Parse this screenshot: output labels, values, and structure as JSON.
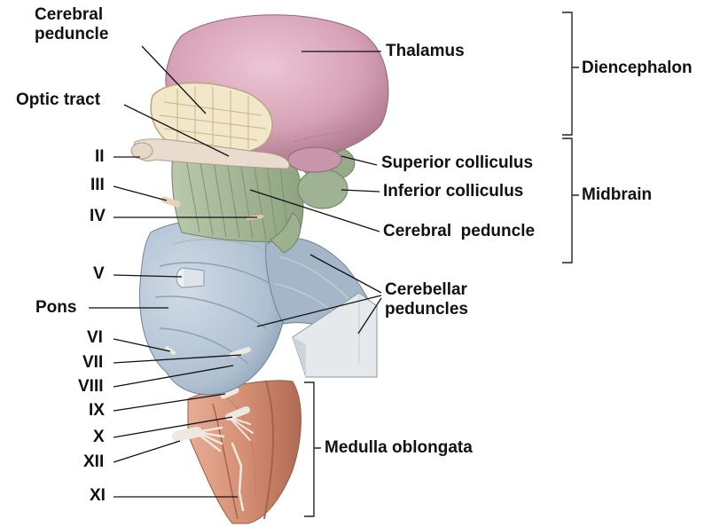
{
  "colors": {
    "thalamus": "#d7a2b7",
    "thalamus_dark": "#b9849b",
    "peduncle_section": "#f2e6c8",
    "midbrain": "#a6b89a",
    "pons": "#b7c7d6",
    "pons_dark": "#8fa2b5",
    "cerebellar_cut": "#dde2e6",
    "medulla": "#d9957c",
    "medulla_dark": "#b56f56",
    "nerve": "#f1efe9",
    "leader": "#111111",
    "text": "#111111"
  },
  "labels": {
    "cerebral_peduncle_top_line1": "Cerebral",
    "cerebral_peduncle_top_line2": "peduncle",
    "optic_tract": "Optic tract",
    "thalamus": "Thalamus",
    "diencephalon": "Diencephalon",
    "nerve_II": "II",
    "nerve_III": "III",
    "nerve_IV": "IV",
    "superior_colliculus": "Superior colliculus",
    "inferior_colliculus": "Inferior colliculus",
    "midbrain": "Midbrain",
    "cerebral_peduncle": "Cerebral  peduncle",
    "nerve_V": "V",
    "pons": "Pons",
    "cerebellar_peduncles_line1": "Cerebellar",
    "cerebellar_peduncles_line2": "peduncles",
    "nerve_VI": "VI",
    "nerve_VII": "VII",
    "nerve_VIII": "VIII",
    "nerve_IX": "IX",
    "nerve_X": "X",
    "nerve_XII": "XII",
    "nerve_XI": "XI",
    "medulla_oblongata": "Medulla oblongata"
  }
}
